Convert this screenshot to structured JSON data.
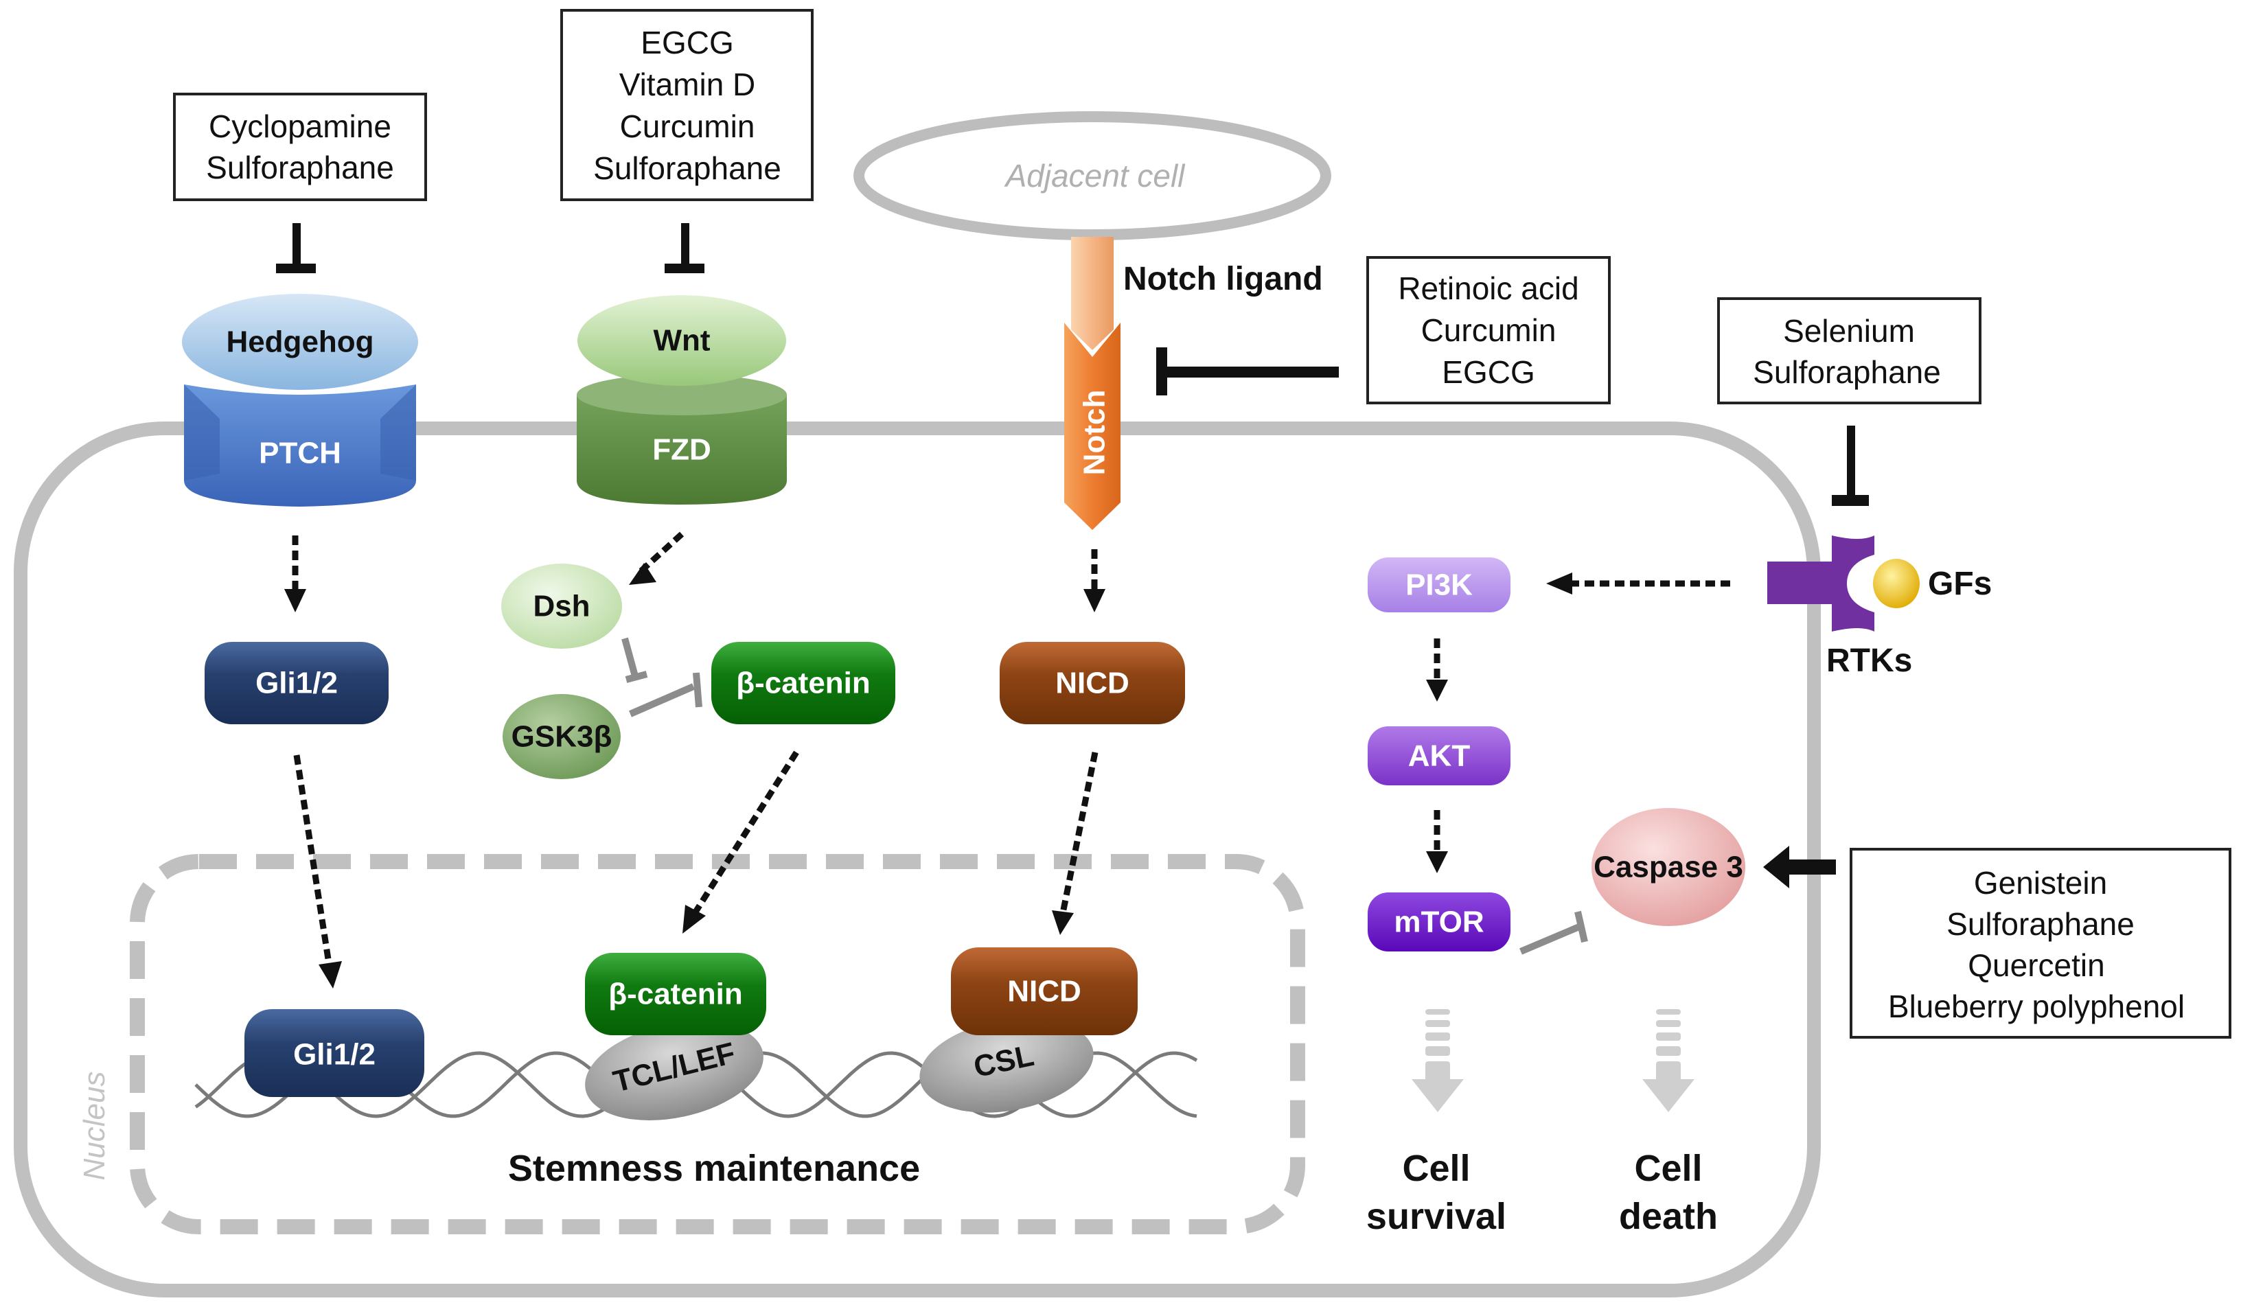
{
  "figure": {
    "inhibitor_boxes": {
      "hedgehog": [
        "Cyclopamine",
        "Sulforaphane"
      ],
      "wnt": [
        "EGCG",
        "Vitamin D",
        "Curcumin",
        "Sulforaphane"
      ],
      "notch": [
        "Retinoic acid",
        "Curcumin",
        "EGCG"
      ],
      "rtk": [
        "Selenium",
        "Sulforaphane"
      ],
      "caspase": [
        "Genistein",
        "Sulforaphane",
        "Quercetin",
        "Blueberry polyphenol"
      ]
    },
    "adjacent_cell": "Adjacent cell",
    "notch_ligand": "Notch ligand",
    "nucleus_label": "Nucleus",
    "nodes": {
      "hedgehog": "Hedgehog",
      "ptch": "PTCH",
      "wnt": "Wnt",
      "fzd": "FZD",
      "notch": "Notch",
      "dsh": "Dsh",
      "gsk3b": "GSK3β",
      "gli_cyto": "Gli1/2",
      "bcat_cyto": "β-catenin",
      "nicd_cyto": "NICD",
      "gli_nuc": "Gli1/2",
      "bcat_nuc": "β-catenin",
      "tcl_lef": "TCL/LEF",
      "nicd_nuc": "NICD",
      "csl": "CSL",
      "pi3k": "PI3K",
      "akt": "AKT",
      "mtor": "mTOR",
      "caspase3": "Caspase 3",
      "gfs": "GFs",
      "rtks": "RTKs"
    },
    "stemness": "Stemness maintenance",
    "outcomes": {
      "survival": [
        "Cell",
        "survival"
      ],
      "death": [
        "Cell",
        "death"
      ]
    },
    "colors": {
      "membrane": "#bdbdbd",
      "hedgehog": "#9cc3e6",
      "ptch": "#4472c4",
      "wnt": "#a9d18e",
      "fzd": "#548235",
      "notch": "#ed7d31",
      "gli": "#203864",
      "bcat": "#0b7a0b",
      "nicd": "#843c0c",
      "pi3k": "#b48ee8",
      "akt": "#8a3fd6",
      "mtor": "#6a0fc9",
      "caspase": "#f0b0b0",
      "rtk": "#7030a0",
      "gf": "#f4c20d"
    }
  }
}
